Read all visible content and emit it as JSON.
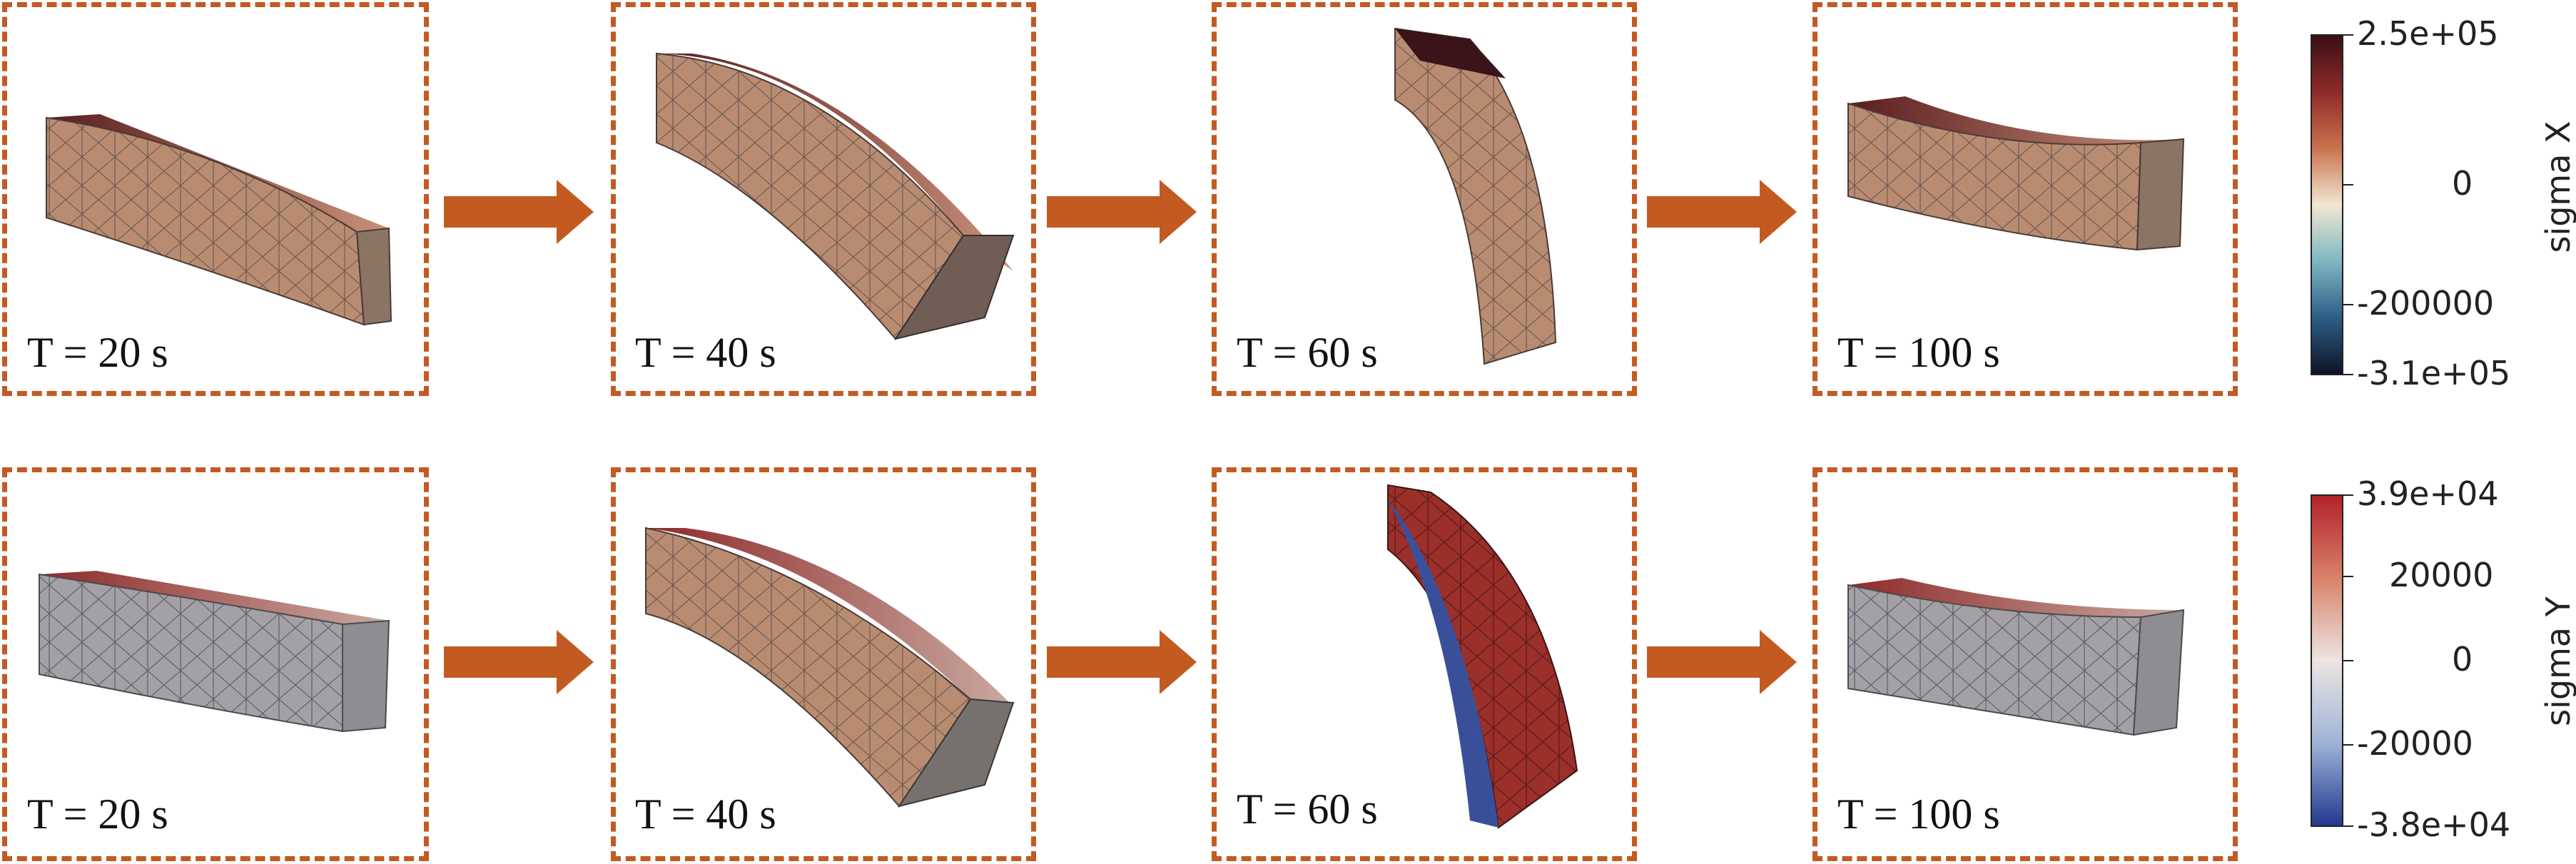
{
  "rows": [
    {
      "panels": [
        {
          "time_label": "T = 20 s"
        },
        {
          "time_label": "T = 40 s"
        },
        {
          "time_label": "T = 60 s"
        },
        {
          "time_label": "T = 100 s"
        }
      ],
      "colorbar": {
        "title": "sigma X",
        "ticks": [
          "2.5e+05",
          "0",
          "-200000",
          "-3.1e+05"
        ],
        "colors": [
          "#3a0f14",
          "#8e2a2a",
          "#c9734f",
          "#f3e6d2",
          "#7fb7c2",
          "#2d5e86",
          "#0d1424"
        ]
      }
    },
    {
      "panels": [
        {
          "time_label": "T = 20 s"
        },
        {
          "time_label": "T = 40 s"
        },
        {
          "time_label": "T = 60 s"
        },
        {
          "time_label": "T = 100 s"
        }
      ],
      "colorbar": {
        "title": "sigma Y",
        "ticks": [
          "3.9e+04",
          "20000",
          "0",
          "-20000",
          "-3.8e+04"
        ],
        "colors": [
          "#b2222a",
          "#d9826a",
          "#ece5e1",
          "#9fb3d8",
          "#22398f"
        ]
      }
    }
  ],
  "colors": {
    "frame": "#c35a22",
    "arrow": "#c35a22",
    "beam_x": "#b88a6f",
    "beam_y": "#9ea0a8"
  }
}
